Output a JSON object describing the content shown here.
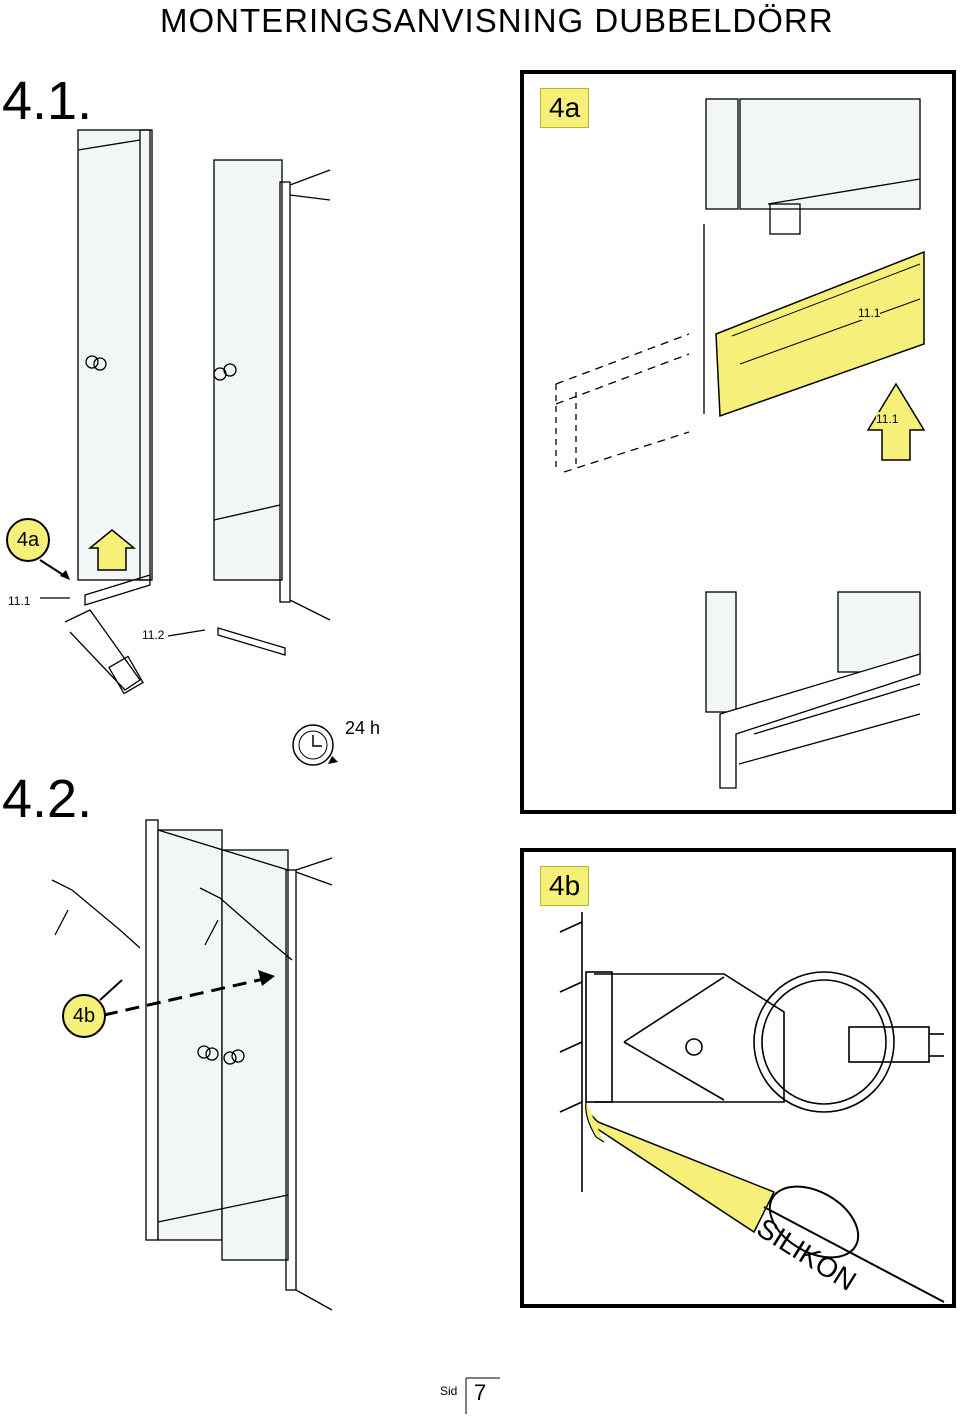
{
  "header": {
    "title": "MONTERINGSANVISNING  DUBBELDÖRR"
  },
  "steps": {
    "step1": "4.1.",
    "step2": "4.2."
  },
  "panel_a": {
    "label": "4a",
    "part_top": "11.1",
    "part_arrow": "11.1"
  },
  "panel_b": {
    "label": "4b",
    "silicone": "SILIKON"
  },
  "callouts": {
    "a": "4a",
    "b": "4b",
    "part_11_1": "11.1",
    "part_11_2": "11.2"
  },
  "timer": {
    "text": "24 h"
  },
  "footer": {
    "label": "Sid",
    "page": "7"
  },
  "colors": {
    "highlight": "#f6f07a",
    "line": "#000000",
    "glass": "#f2f6f7"
  }
}
